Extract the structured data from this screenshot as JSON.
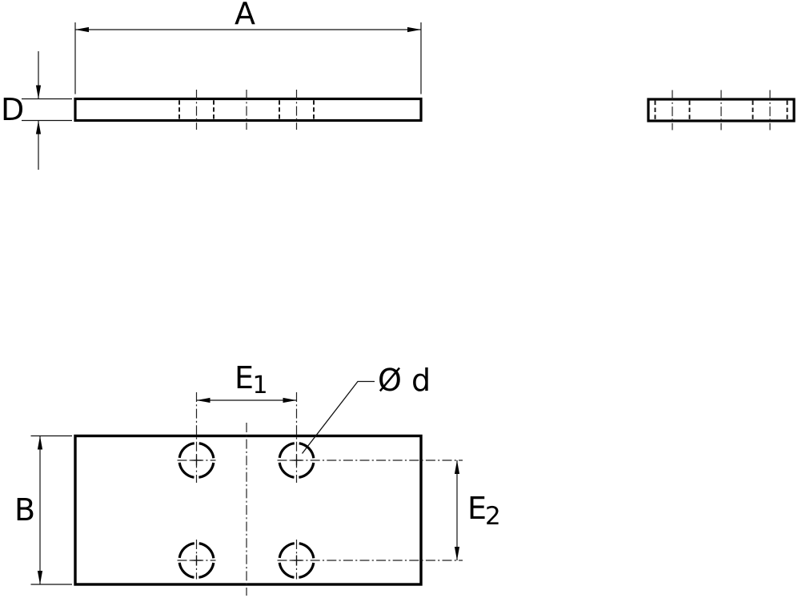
{
  "drawing": {
    "kind": "technical-drawing-plate-with-four-holes",
    "colors": {
      "ink": "#000000",
      "background": "#ffffff"
    },
    "dimensions": {
      "length_label": "A",
      "thickness_label": "D",
      "width_label": "B",
      "hole_pitch_horizontal": {
        "base": "E",
        "subscript": "1"
      },
      "hole_pitch_vertical": {
        "base": "E",
        "subscript": "2"
      },
      "hole_diameter_label": "Ø d"
    }
  }
}
